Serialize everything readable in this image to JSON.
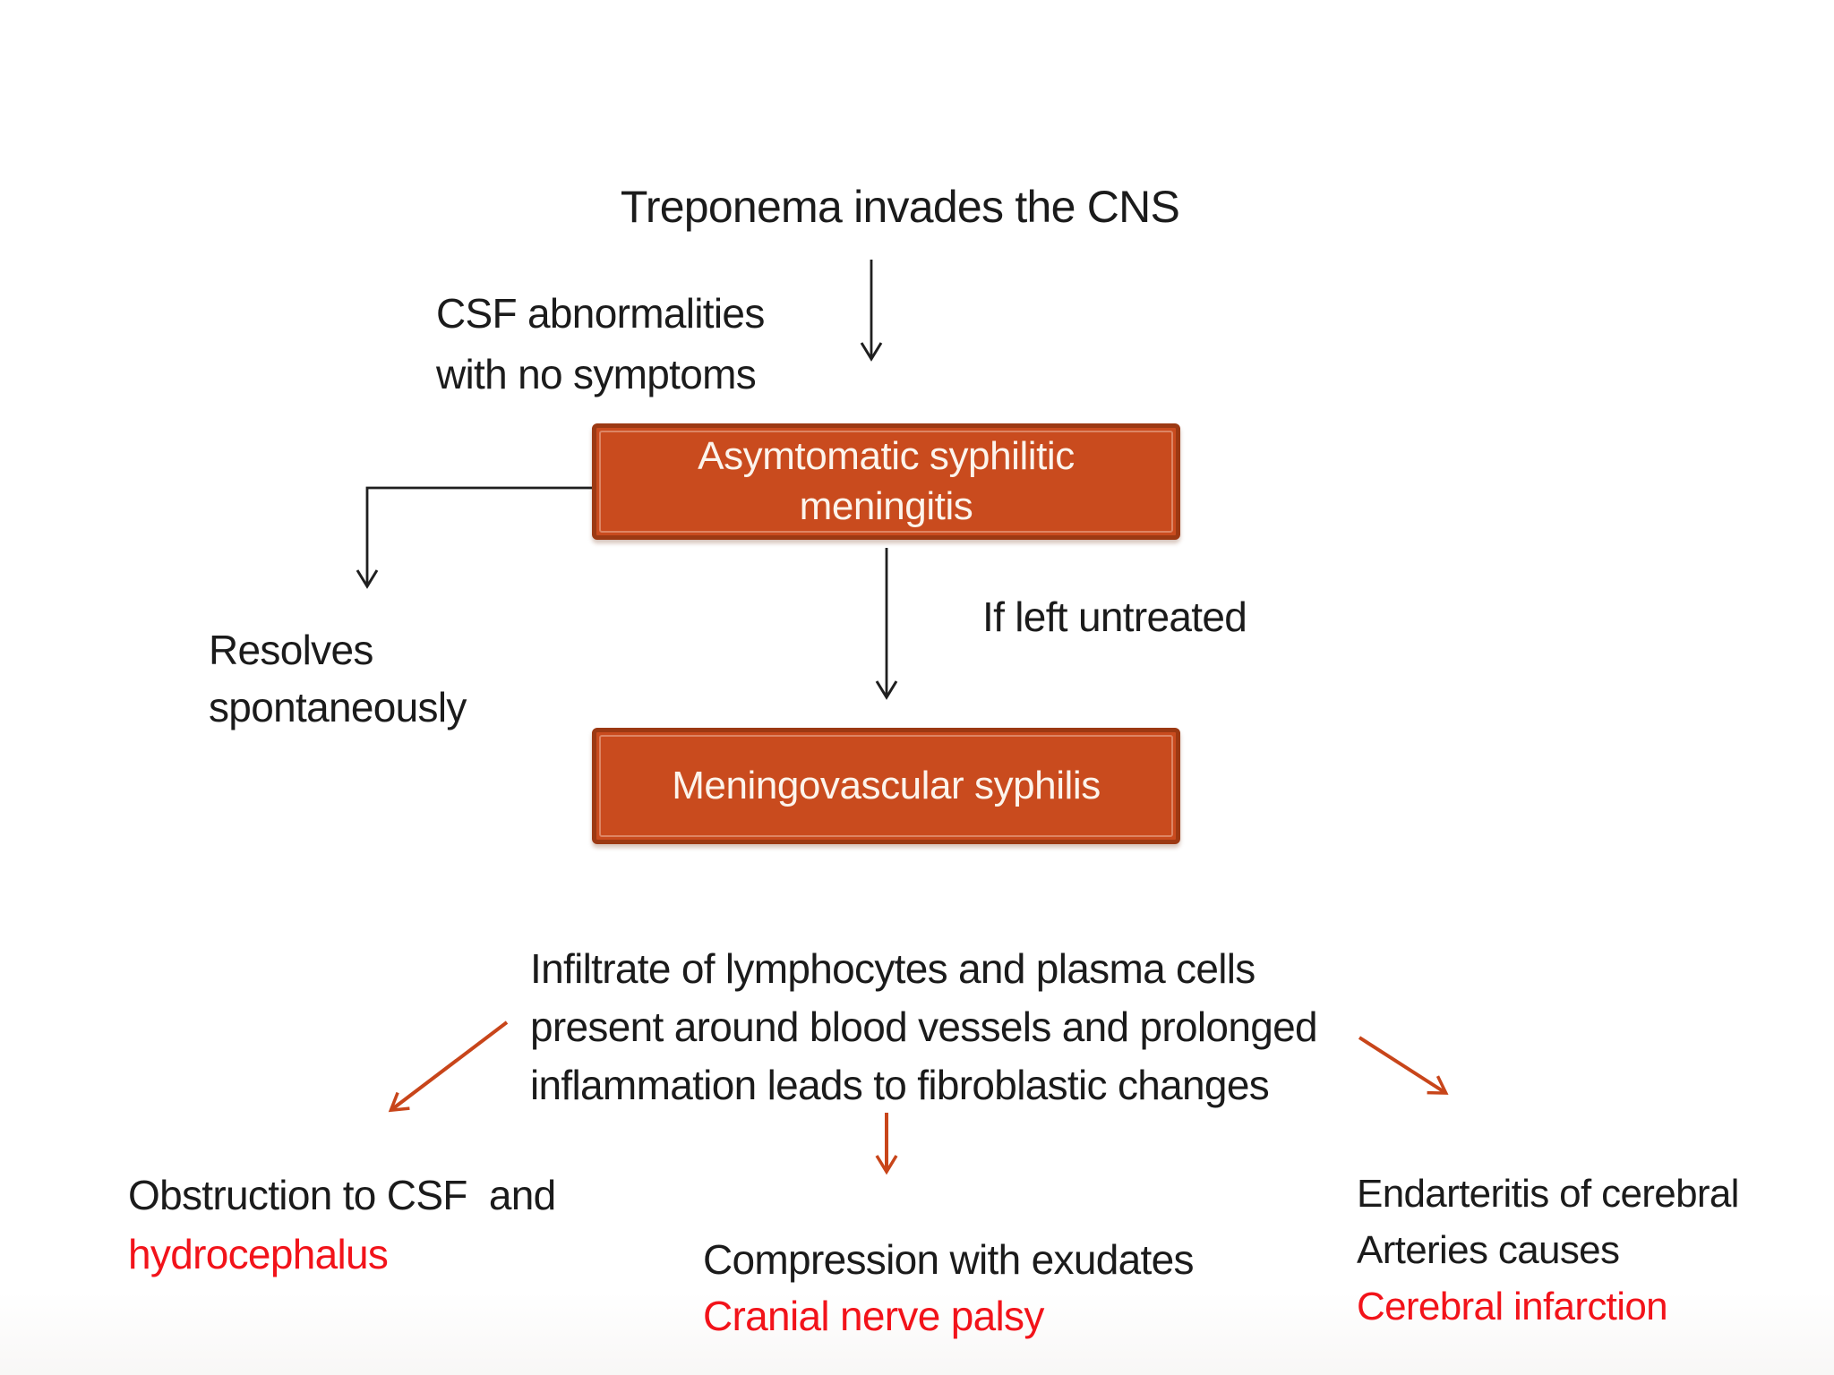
{
  "title": "Treponema invades the CNS",
  "notes": {
    "csf": {
      "lines": [
        "CSF abnormalities",
        "with no symptoms"
      ]
    },
    "resolves": {
      "lines": [
        "Resolves",
        "spontaneously"
      ]
    },
    "if_untreated": "If left untreated",
    "infiltrate": {
      "lines": [
        "Infiltrate of lymphocytes and plasma cells",
        "present around blood vessels and prolonged",
        "inflammation leads to fibroblastic changes"
      ]
    }
  },
  "boxes": {
    "asymptomatic": {
      "lines": [
        "Asymtomatic syphilitic",
        "meningitis"
      ]
    },
    "meningovascular": {
      "label": "Meningovascular syphilis"
    }
  },
  "outcomes": {
    "left": {
      "black": "Obstruction to CSF  and",
      "red": "hydrocephalus"
    },
    "middle": {
      "black": "Compression with exudates",
      "red": "Cranial nerve palsy"
    },
    "right": {
      "black_line1": "Endarteritis of cerebral",
      "black_line2": "Arteries causes",
      "red": "Cerebral infarction"
    }
  },
  "colors": {
    "box_fill": "#C94B1E",
    "box_border": "#9C3913",
    "box_inner": "#E0875F",
    "text_dark": "#1B1B1B",
    "text_red": "#F2131A",
    "arrow_orange": "#C8451A",
    "connector_black": "#1F1F1F",
    "box_text": "#FCF4EC"
  }
}
